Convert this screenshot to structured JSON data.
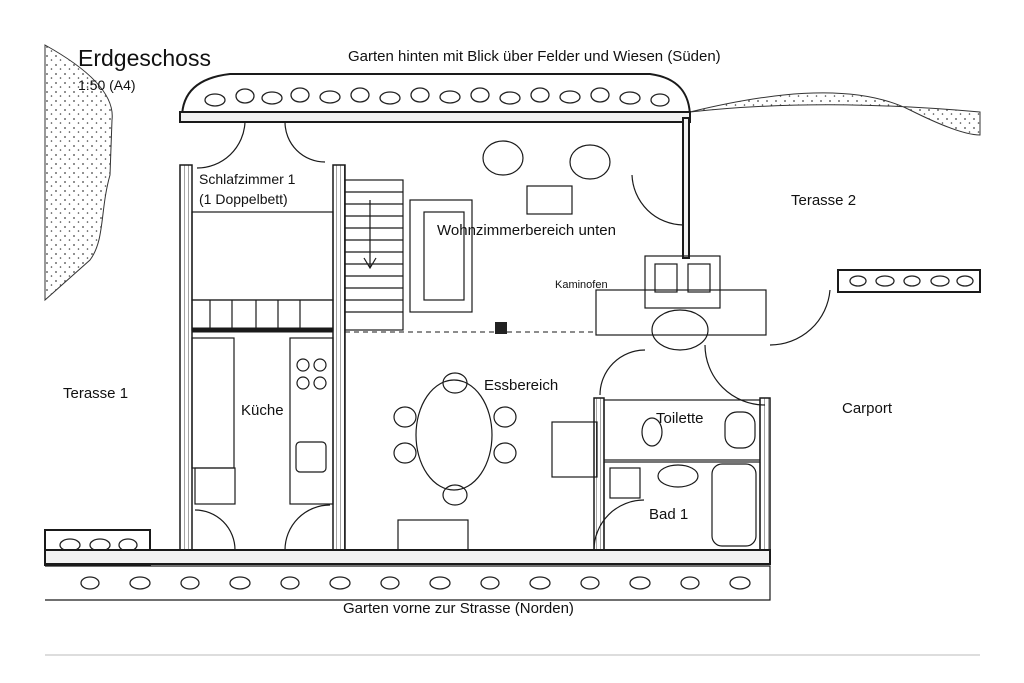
{
  "title": "Erdgeschoss",
  "scale": "1:50 (A4)",
  "labels": {
    "garden_back": "Garten hinten mit Blick über Felder und Wiesen (Süden)",
    "garden_front": "Garten vorne zur Strasse (Norden)",
    "bedroom": "Schlafzimmer 1",
    "bedroom_sub": "(1 Doppelbett)",
    "living": "Wohnzimmerbereich unten",
    "stove": "Kaminofen",
    "dining": "Essbereich",
    "kitchen": "Küche",
    "toilet": "Toilette",
    "bath": "Bad 1",
    "terrace1": "Terasse 1",
    "terrace2": "Terasse 2",
    "carport": "Carport"
  },
  "colors": {
    "ink": "#1a1a1a",
    "background": "#ffffff"
  }
}
